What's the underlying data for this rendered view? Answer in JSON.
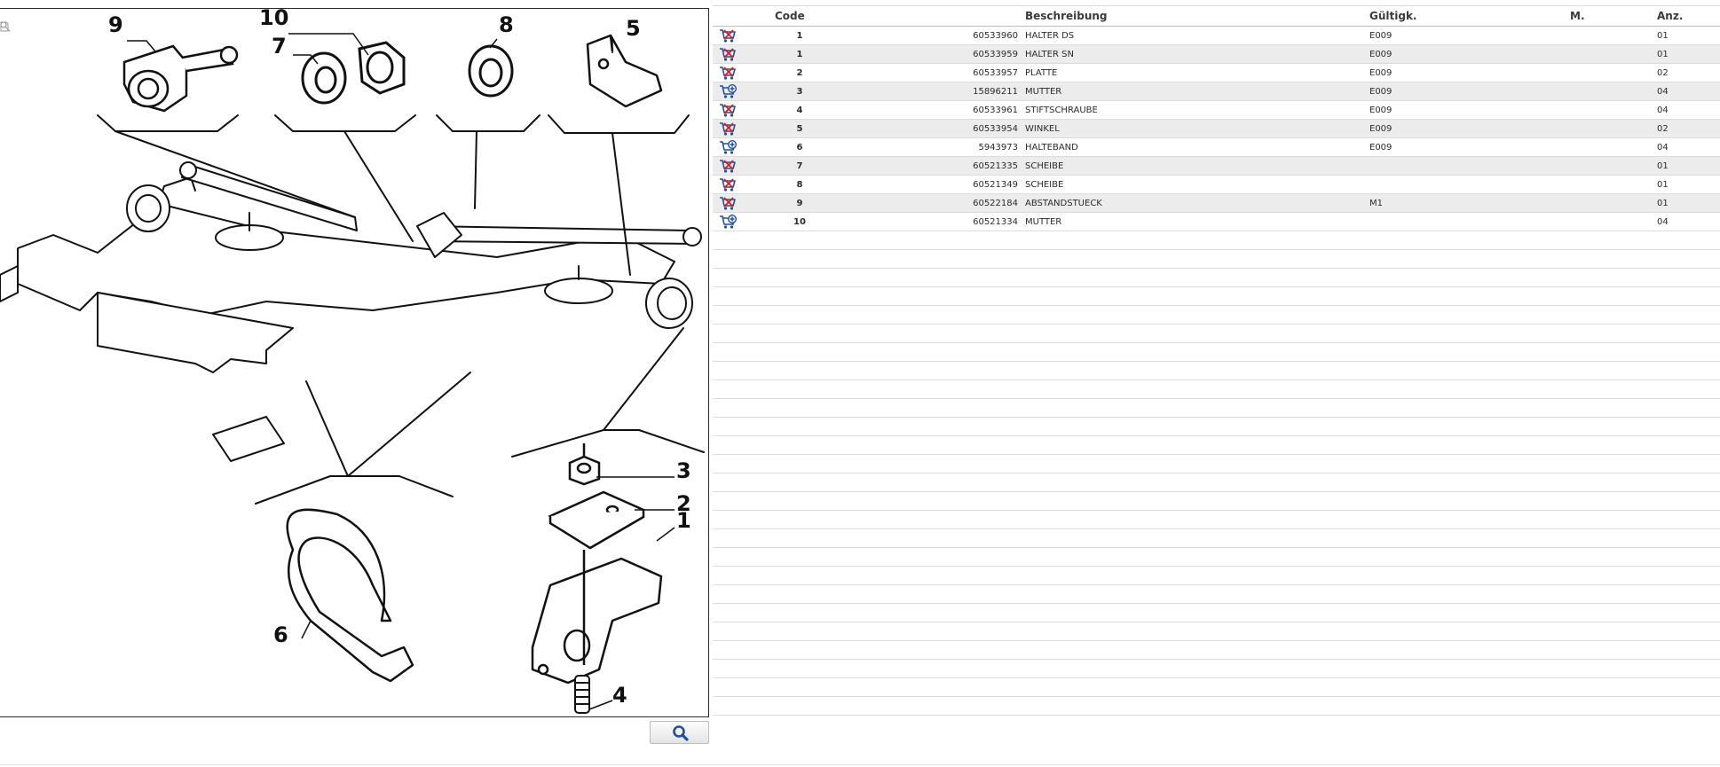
{
  "diagram": {
    "callouts": [
      "1",
      "2",
      "3",
      "4",
      "5",
      "6",
      "7",
      "8",
      "9",
      "10"
    ],
    "zoom_tools": [
      "page-icon",
      "zoom-in-icon",
      "zoom-out-icon"
    ],
    "magnify_button_icon": "magnifier-icon"
  },
  "table": {
    "headers": {
      "code": "Code",
      "description": "Beschreibung",
      "validity": "Gültigk.",
      "m": "M.",
      "qty": "Anz."
    },
    "rows": [
      {
        "icon": "cart-remove-icon",
        "pos": "1",
        "code": "60533960",
        "description": "HALTER DS",
        "validity": "E009",
        "m": "",
        "qty": "01"
      },
      {
        "icon": "cart-remove-icon",
        "pos": "1",
        "code": "60533959",
        "description": "HALTER SN",
        "validity": "E009",
        "m": "",
        "qty": "01"
      },
      {
        "icon": "cart-remove-icon",
        "pos": "2",
        "code": "60533957",
        "description": "PLATTE",
        "validity": "E009",
        "m": "",
        "qty": "02"
      },
      {
        "icon": "cart-add-icon",
        "pos": "3",
        "code": "15896211",
        "description": "MUTTER",
        "validity": "E009",
        "m": "",
        "qty": "04"
      },
      {
        "icon": "cart-remove-icon",
        "pos": "4",
        "code": "60533961",
        "description": "STIFTSCHRAUBE",
        "validity": "E009",
        "m": "",
        "qty": "04"
      },
      {
        "icon": "cart-remove-icon",
        "pos": "5",
        "code": "60533954",
        "description": "WINKEL",
        "validity": "E009",
        "m": "",
        "qty": "02"
      },
      {
        "icon": "cart-add-icon",
        "pos": "6",
        "code": "5943973",
        "description": "HALTEBAND",
        "validity": "E009",
        "m": "",
        "qty": "04"
      },
      {
        "icon": "cart-remove-icon",
        "pos": "7",
        "code": "60521335",
        "description": "SCHEIBE",
        "validity": "",
        "m": "",
        "qty": "01"
      },
      {
        "icon": "cart-remove-icon",
        "pos": "8",
        "code": "60521349",
        "description": "SCHEIBE",
        "validity": "",
        "m": "",
        "qty": "01"
      },
      {
        "icon": "cart-remove-icon",
        "pos": "9",
        "code": "60522184",
        "description": "ABSTANDSTUECK",
        "validity": "M1",
        "m": "",
        "qty": "01"
      },
      {
        "icon": "cart-add-icon",
        "pos": "10",
        "code": "60521334",
        "description": "MUTTER",
        "validity": "",
        "m": "",
        "qty": "04"
      }
    ]
  },
  "colors": {
    "cart_blue": "#1f4f9e",
    "cart_red": "#d21d1d",
    "row_alt": "#ececec"
  }
}
